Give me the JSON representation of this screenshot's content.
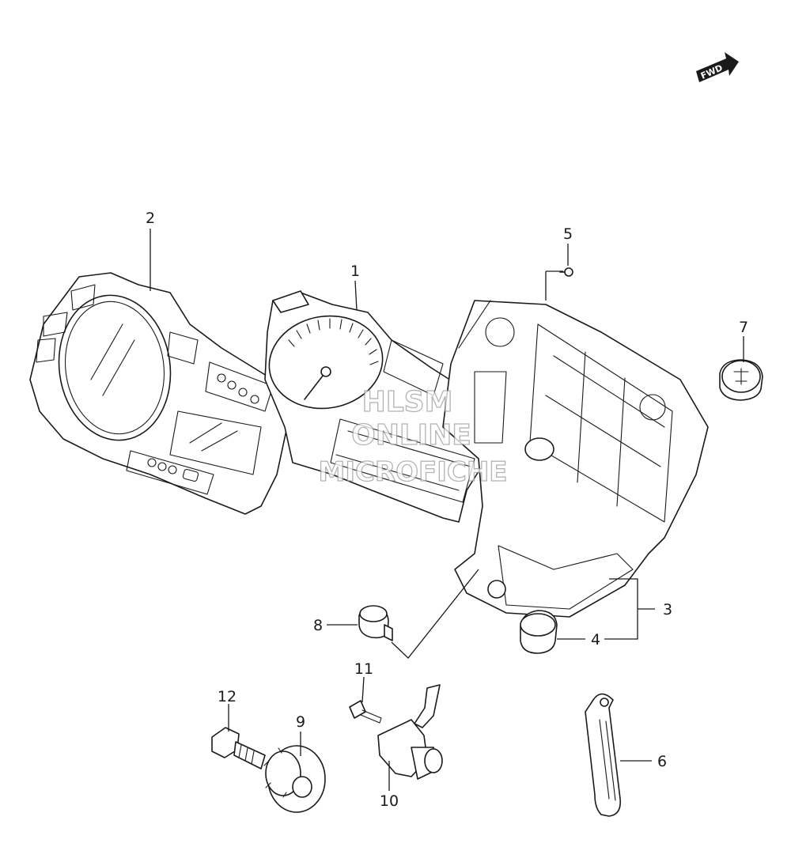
{
  "fwd_indicator": {
    "label": "FWD"
  },
  "watermark": {
    "line1": "HLSM",
    "line2": "ONLINE",
    "line3": "MICROFICHE"
  },
  "callouts": [
    {
      "number": "1"
    },
    {
      "number": "2"
    },
    {
      "number": "3"
    },
    {
      "number": "4"
    },
    {
      "number": "5"
    },
    {
      "number": "6"
    },
    {
      "number": "7"
    },
    {
      "number": "8"
    },
    {
      "number": "9"
    },
    {
      "number": "10"
    },
    {
      "number": "11"
    },
    {
      "number": "12"
    }
  ]
}
